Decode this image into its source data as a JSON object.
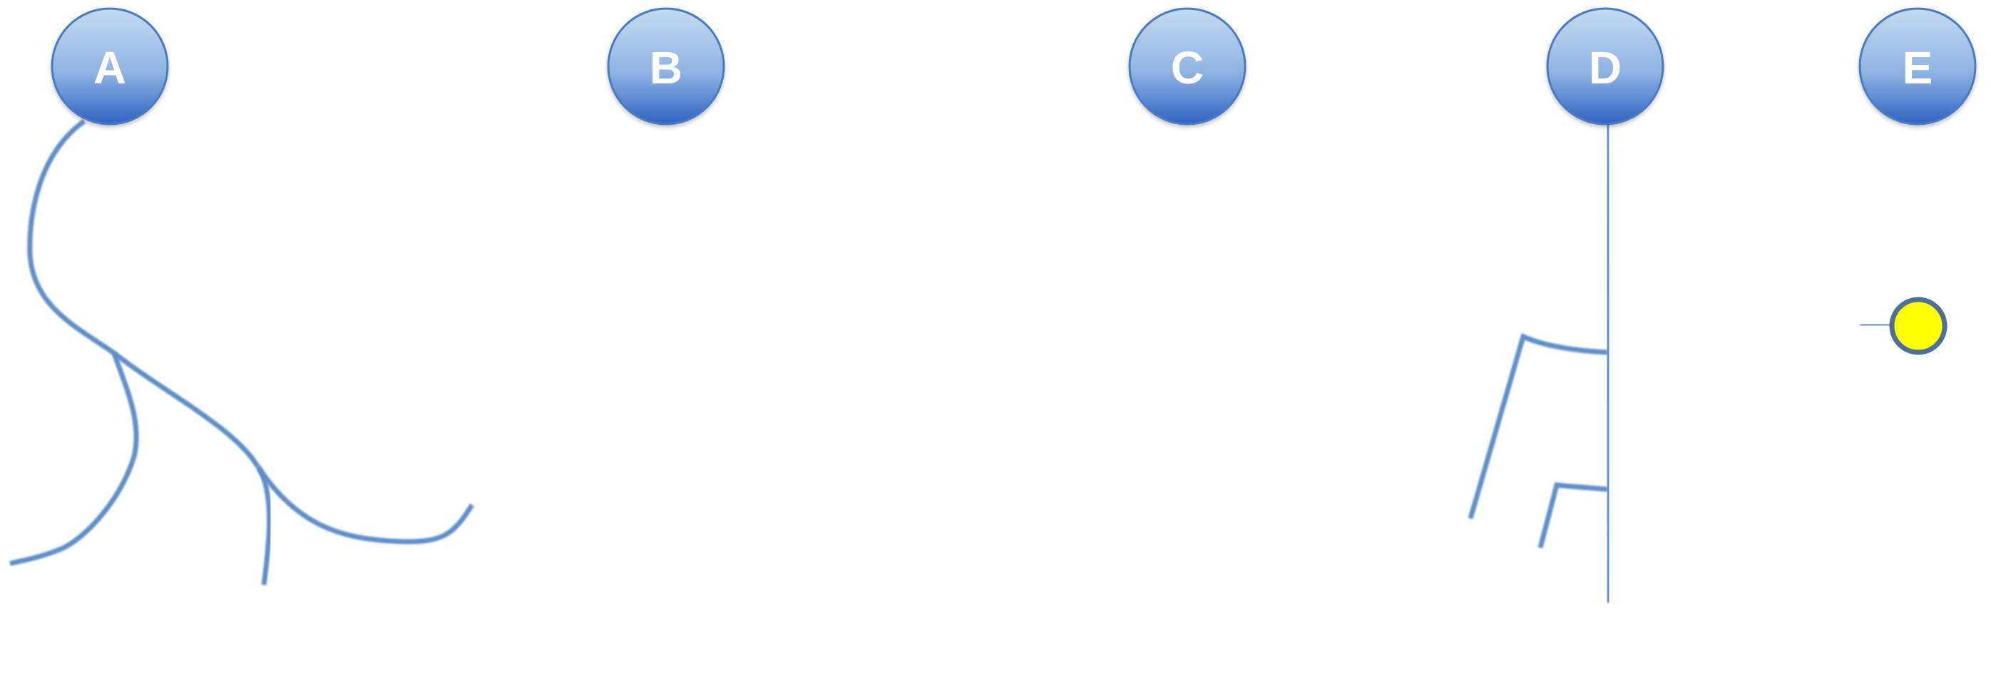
{
  "colors": {
    "line": "#5f8fc8",
    "node_top": "#c5daf1",
    "node_bottom": "#2f62c0",
    "node_label": "#ffffff",
    "marker_fill": "#ffff00",
    "marker_stroke": "#4d6f98"
  },
  "nodes": [
    {
      "id": "a",
      "label": "A"
    },
    {
      "id": "b",
      "label": "B"
    },
    {
      "id": "c",
      "label": "C"
    },
    {
      "id": "d",
      "label": "D"
    },
    {
      "id": "e",
      "label": "E"
    }
  ],
  "marker": {
    "icon": "yellow-circle-marker-icon"
  }
}
